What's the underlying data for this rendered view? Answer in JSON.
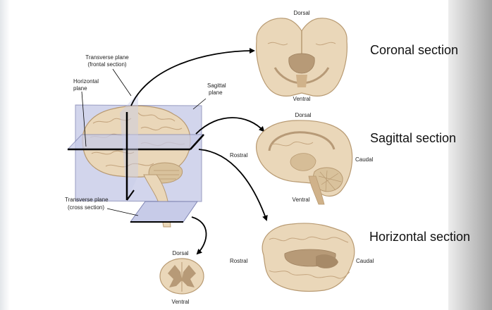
{
  "labels": {
    "transverse_frontal_1": "Transverse plane",
    "transverse_frontal_2": "(frontal section)",
    "horizontal_1": "Horizontal",
    "horizontal_2": "plane",
    "sagittal_1": "Sagittal",
    "sagittal_2": "plane",
    "transverse_cross_1": "Transverse plane",
    "transverse_cross_2": "(cross section)",
    "dorsal": "Dorsal",
    "ventral": "Ventral",
    "rostral": "Rostral",
    "caudal": "Caudal"
  },
  "sections": {
    "coronal": "Coronal section",
    "sagittal": "Sagittal section",
    "horizontal": "Horizontal section"
  },
  "colors": {
    "brain_fill": "#ead7b9",
    "brain_stroke": "#b89a72",
    "gray_matter": "#b79a77",
    "plane_fill": "#c7cbe8",
    "plane_stroke": "#7f84b2"
  }
}
